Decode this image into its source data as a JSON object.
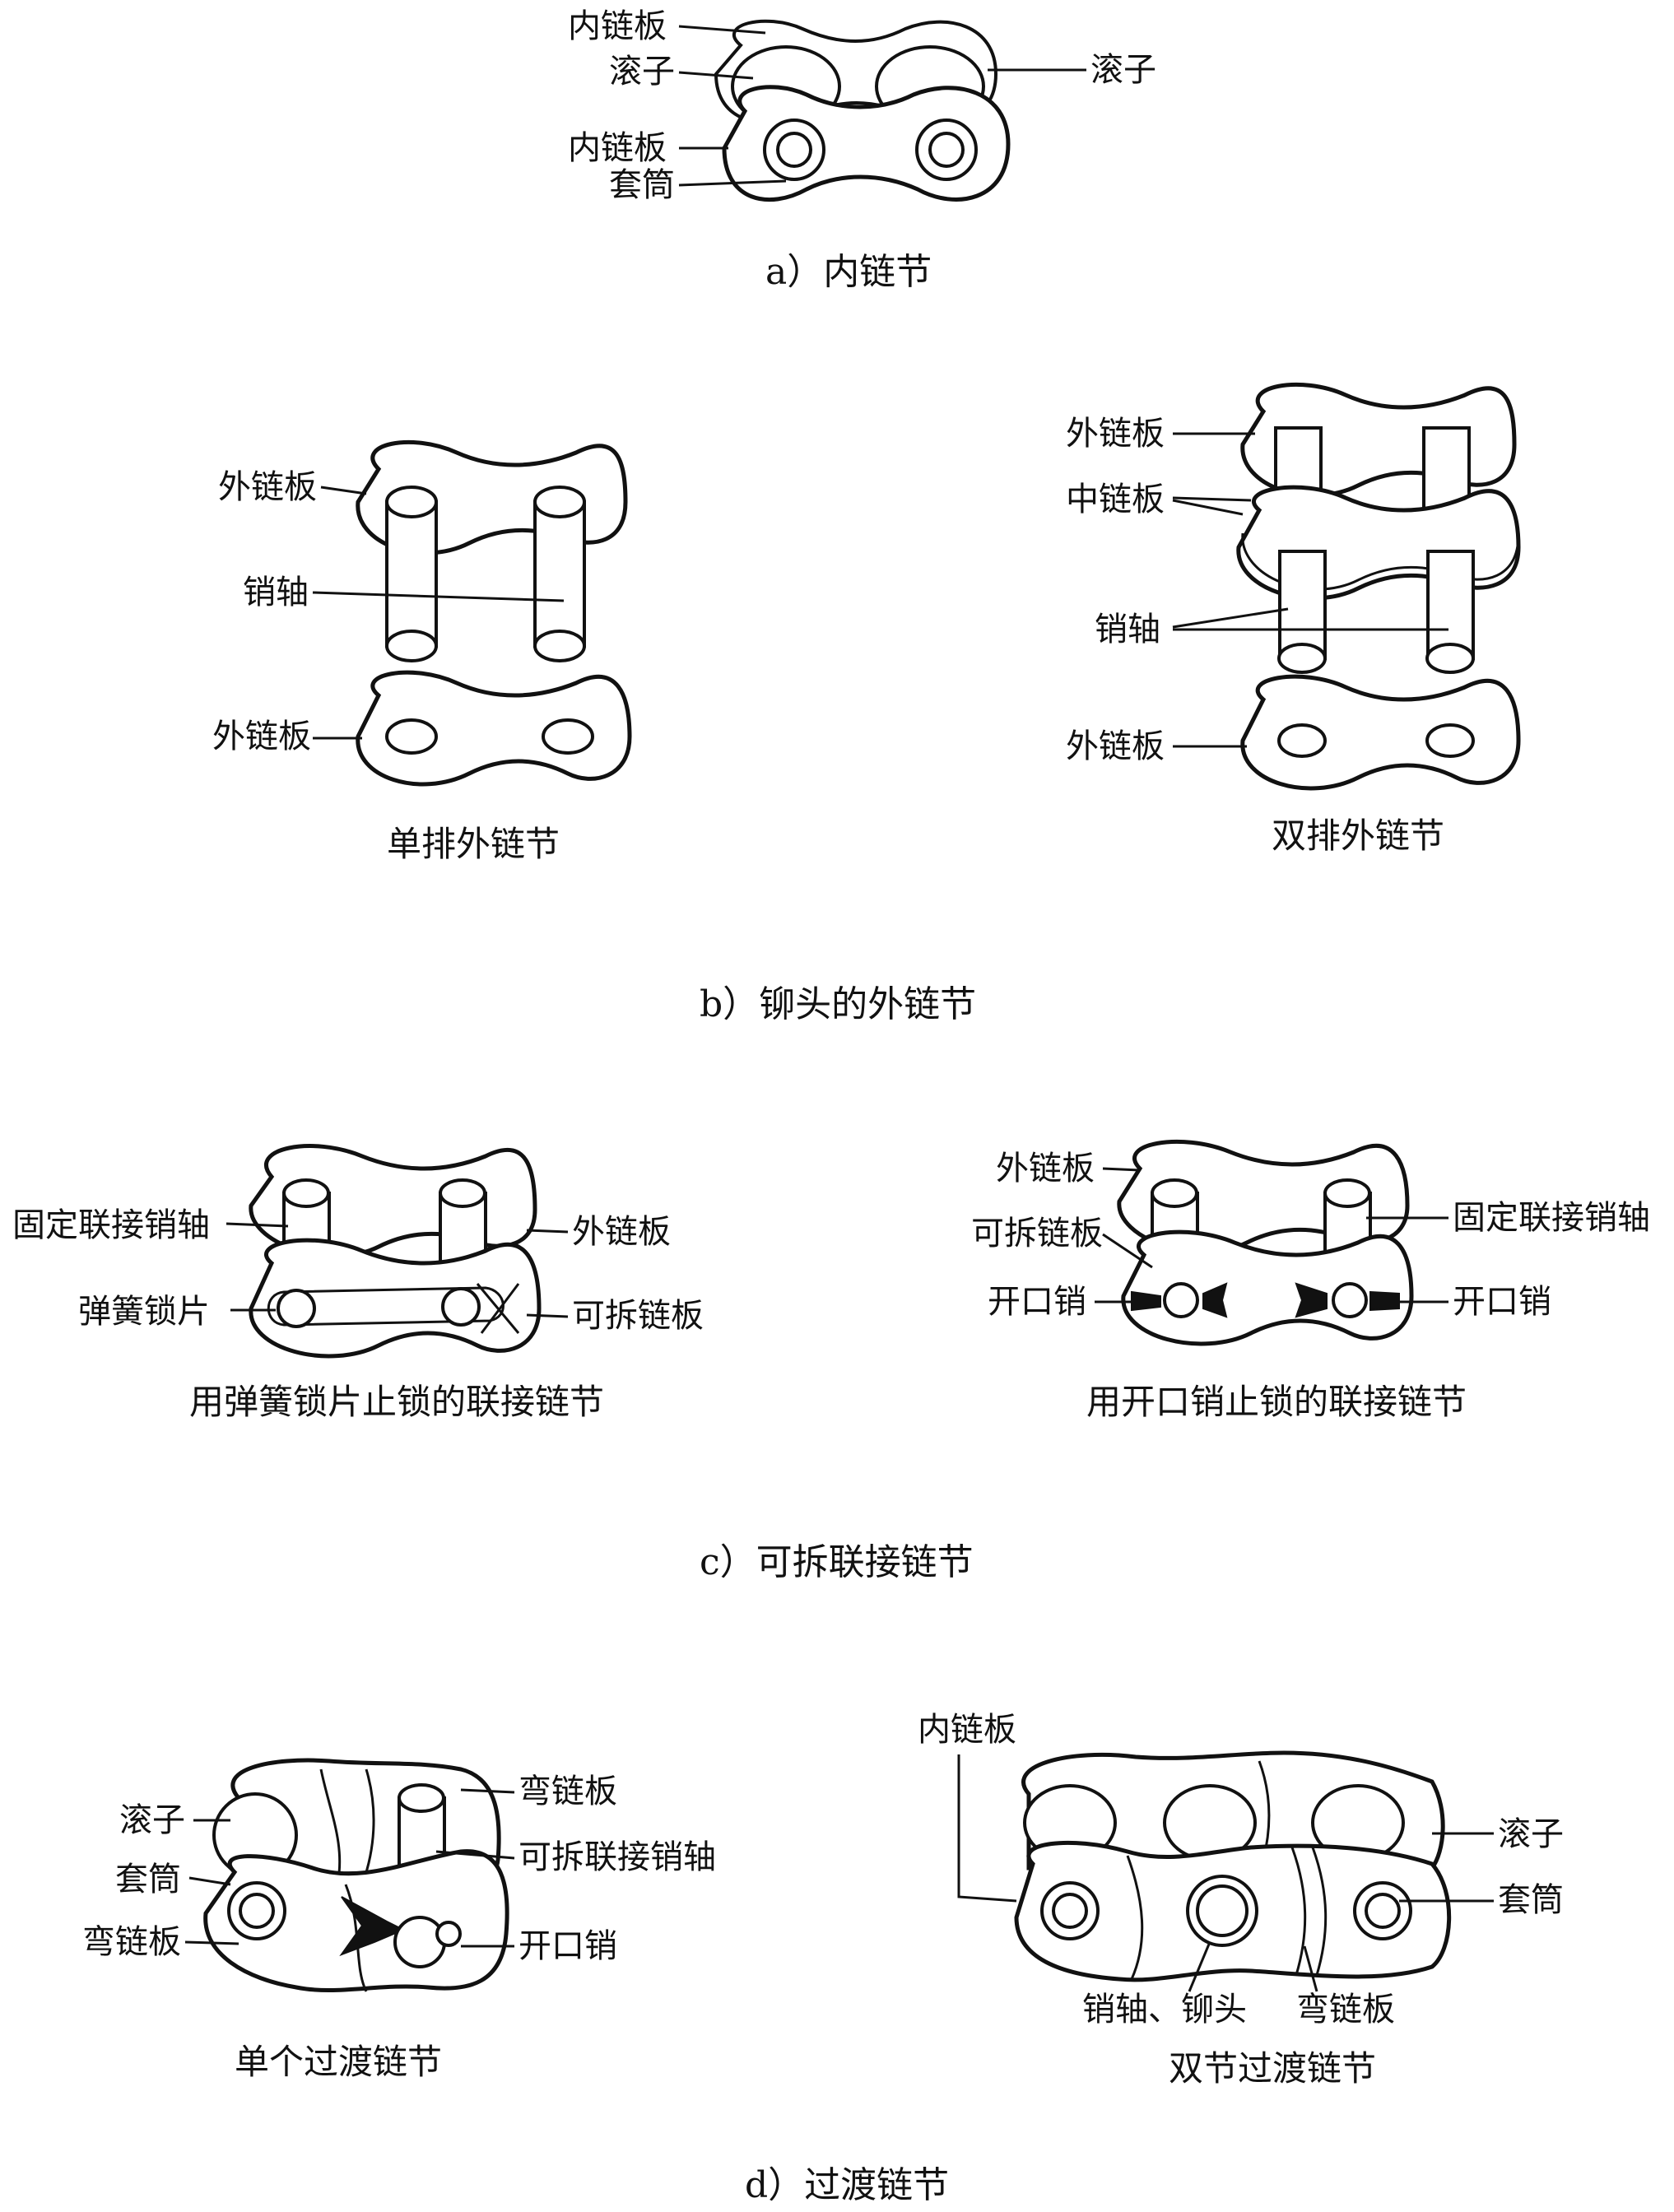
{
  "sections": {
    "a": {
      "caption": "a）内链节",
      "labels": {
        "inner_plate_top": "内链板",
        "roller_left": "滚子",
        "roller_right": "滚子",
        "inner_plate_front": "内链板",
        "bushing": "套筒"
      }
    },
    "b": {
      "caption": "b）铆头的外链节",
      "single": {
        "caption": "单排外链节",
        "outer_plate_top": "外链板",
        "pin": "销轴",
        "outer_plate_bottom": "外链板"
      },
      "double": {
        "caption": "双排外链节",
        "outer_plate_top": "外链板",
        "middle_plate": "中链板",
        "pin": "销轴",
        "outer_plate_bottom": "外链板"
      }
    },
    "c": {
      "caption": "c）可拆联接链节",
      "spring": {
        "caption": "用弹簧锁片止锁的联接链节",
        "fixed_pin": "固定联接销轴",
        "outer_plate": "外链板",
        "spring_clip": "弹簧锁片",
        "detachable_plate": "可拆链板"
      },
      "cotter": {
        "caption": "用开口销止锁的联接链节",
        "outer_plate": "外链板",
        "fixed_pin": "固定联接销轴",
        "detachable_plate": "可拆链板",
        "cotter_left": "开口销",
        "cotter_right": "开口销"
      }
    },
    "d": {
      "caption": "d）过渡链节",
      "single": {
        "caption": "单个过渡链节",
        "roller": "滚子",
        "cranked_plate_top": "弯链板",
        "bushing": "套筒",
        "detachable_pin": "可拆联接销轴",
        "cranked_plate_bottom": "弯链板",
        "cotter": "开口销"
      },
      "double": {
        "caption": "双节过渡链节",
        "inner_plate": "内链板",
        "roller": "滚子",
        "bushing": "套筒",
        "pin_rivet": "销轴、铆头",
        "cranked_plate": "弯链板"
      }
    }
  }
}
